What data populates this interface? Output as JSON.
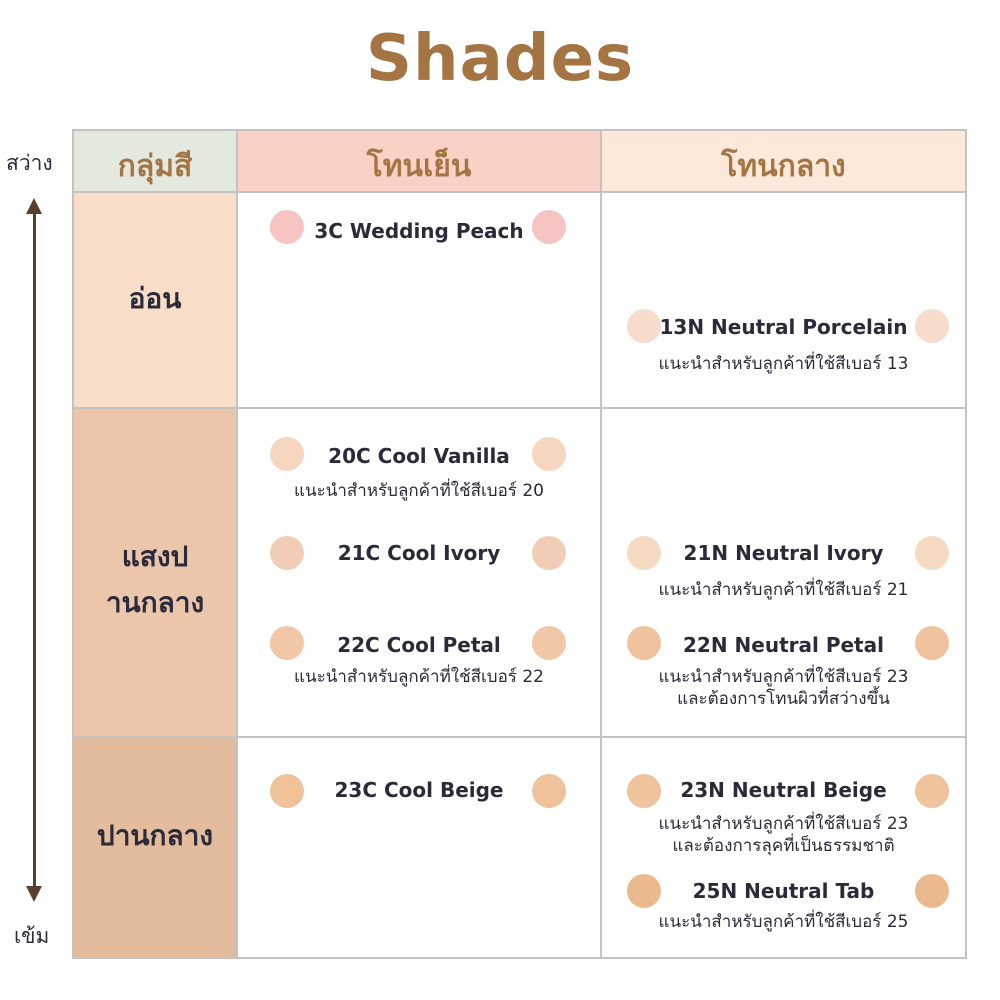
{
  "title": "Shades",
  "scale": {
    "top": "สว่าง",
    "bottom": "เข้ม"
  },
  "headers": {
    "group": "กลุ่มสี",
    "cool": "โทนเย็น",
    "neutral": "โทนกลาง"
  },
  "rows": {
    "light": "อ่อน",
    "medium_line1": "แสงป",
    "medium_line2": "านกลาง",
    "tan": "ปานกลาง"
  },
  "colors": {
    "title": "#a47543",
    "header_group_bg": "#e3e9df",
    "header_cool_bg": "#f9d1c7",
    "header_neutral_bg": "#fde9dc",
    "row_light_bg": "#f8ddc9",
    "row_medium_bg": "#ecc6aa",
    "row_tan_bg": "#e2bc9d"
  },
  "shades": {
    "c3": {
      "name": "3C Wedding Peach",
      "note": "",
      "swatch": "#f6c4c3"
    },
    "n13": {
      "name": "13N Neutral Porcelain",
      "note": "แนะนำสำหรับลูกค้าที่ใช้สีเบอร์ 13",
      "swatch": "#f7dccb"
    },
    "c20": {
      "name": "20C Cool Vanilla",
      "note": "แนะนำสำหรับลูกค้าที่ใช้สีเบอร์ 20",
      "swatch": "#f6d6bf"
    },
    "c21": {
      "name": "21C Cool Ivory",
      "note": "",
      "swatch": "#f1cdb6"
    },
    "n21": {
      "name": "21N Neutral Ivory",
      "note": "แนะนำสำหรับลูกค้าที่ใช้สีเบอร์ 21",
      "swatch": "#f6dbc2"
    },
    "c22": {
      "name": "22C Cool Petal",
      "note": "แนะนำสำหรับลูกค้าที่ใช้สีเบอร์ 22",
      "swatch": "#f1c7a7"
    },
    "n22": {
      "name": "22N Neutral Petal",
      "note": "แนะนำสำหรับลูกค้าที่ใช้สีเบอร์ 23",
      "note2": "และต้องการโทนผิวที่สว่างขึ้น",
      "swatch": "#f0c39e"
    },
    "c23": {
      "name": "23C Cool Beige",
      "note": "",
      "swatch": "#efc299"
    },
    "n23": {
      "name": "23N Neutral Beige",
      "note": "แนะนำสำหรับลูกค้าที่ใช้สีเบอร์ 23",
      "note2": "และต้องการลุคที่เป็นธรรมชาติ",
      "swatch": "#f0c39c"
    },
    "n25": {
      "name": "25N Neutral Tab",
      "note": "แนะนำสำหรับลูกค้าที่ใช้สีเบอร์ 25",
      "swatch": "#ebb98e"
    }
  }
}
